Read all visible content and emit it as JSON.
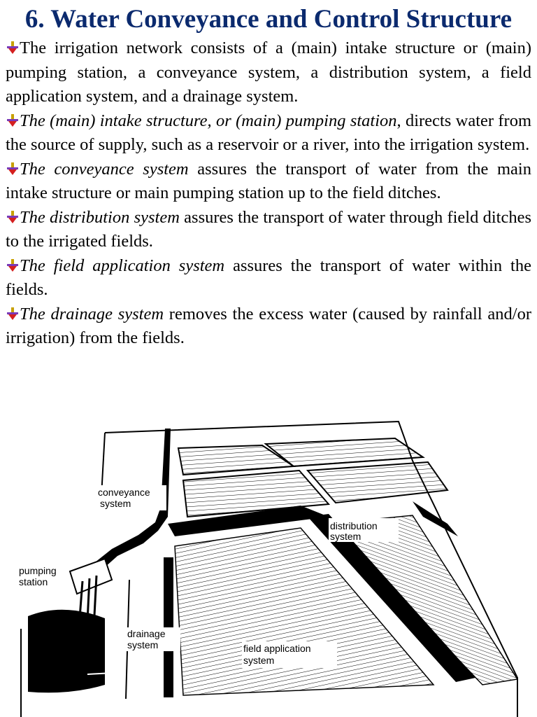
{
  "title": "6. Water Conveyance and Control Structure",
  "bullets": [
    {
      "lead": "",
      "rest": "The irrigation network consists of a (main) intake structure or (main) pumping station, a conveyance system, a distribution system, a field application system, and a drainage system."
    },
    {
      "lead": "The (main) intake structure, or (main) pumping station",
      "rest": ", directs water from the source of supply, such as a reservoir or a river, into the irrigation system."
    },
    {
      "lead": "The conveyance system",
      "rest": " assures the transport of water from the main intake structure or main pumping station up to the field ditches."
    },
    {
      "lead": "The distribution system",
      "rest": " assures the transport of water through field ditches to the irrigated fields."
    },
    {
      "lead": "The field application system",
      "rest": " assures the transport of water within the fields."
    },
    {
      "lead": "The drainage system",
      "rest": " removes the excess water (caused by rainfall and/or irrigation) from the fields."
    }
  ],
  "figure": {
    "labels": {
      "conveyance_1": "conveyance",
      "conveyance_2": "system",
      "distribution_1": "distribution",
      "distribution_2": "system",
      "pumping_1": "pumping",
      "pumping_2": "station",
      "drainage_1": "drainage",
      "drainage_2": "system",
      "field_1": "field application",
      "field_2": "system"
    }
  },
  "icons": {
    "bullet": "arrow-down-bullet-icon"
  },
  "colors": {
    "title": "#0b2a6e"
  }
}
